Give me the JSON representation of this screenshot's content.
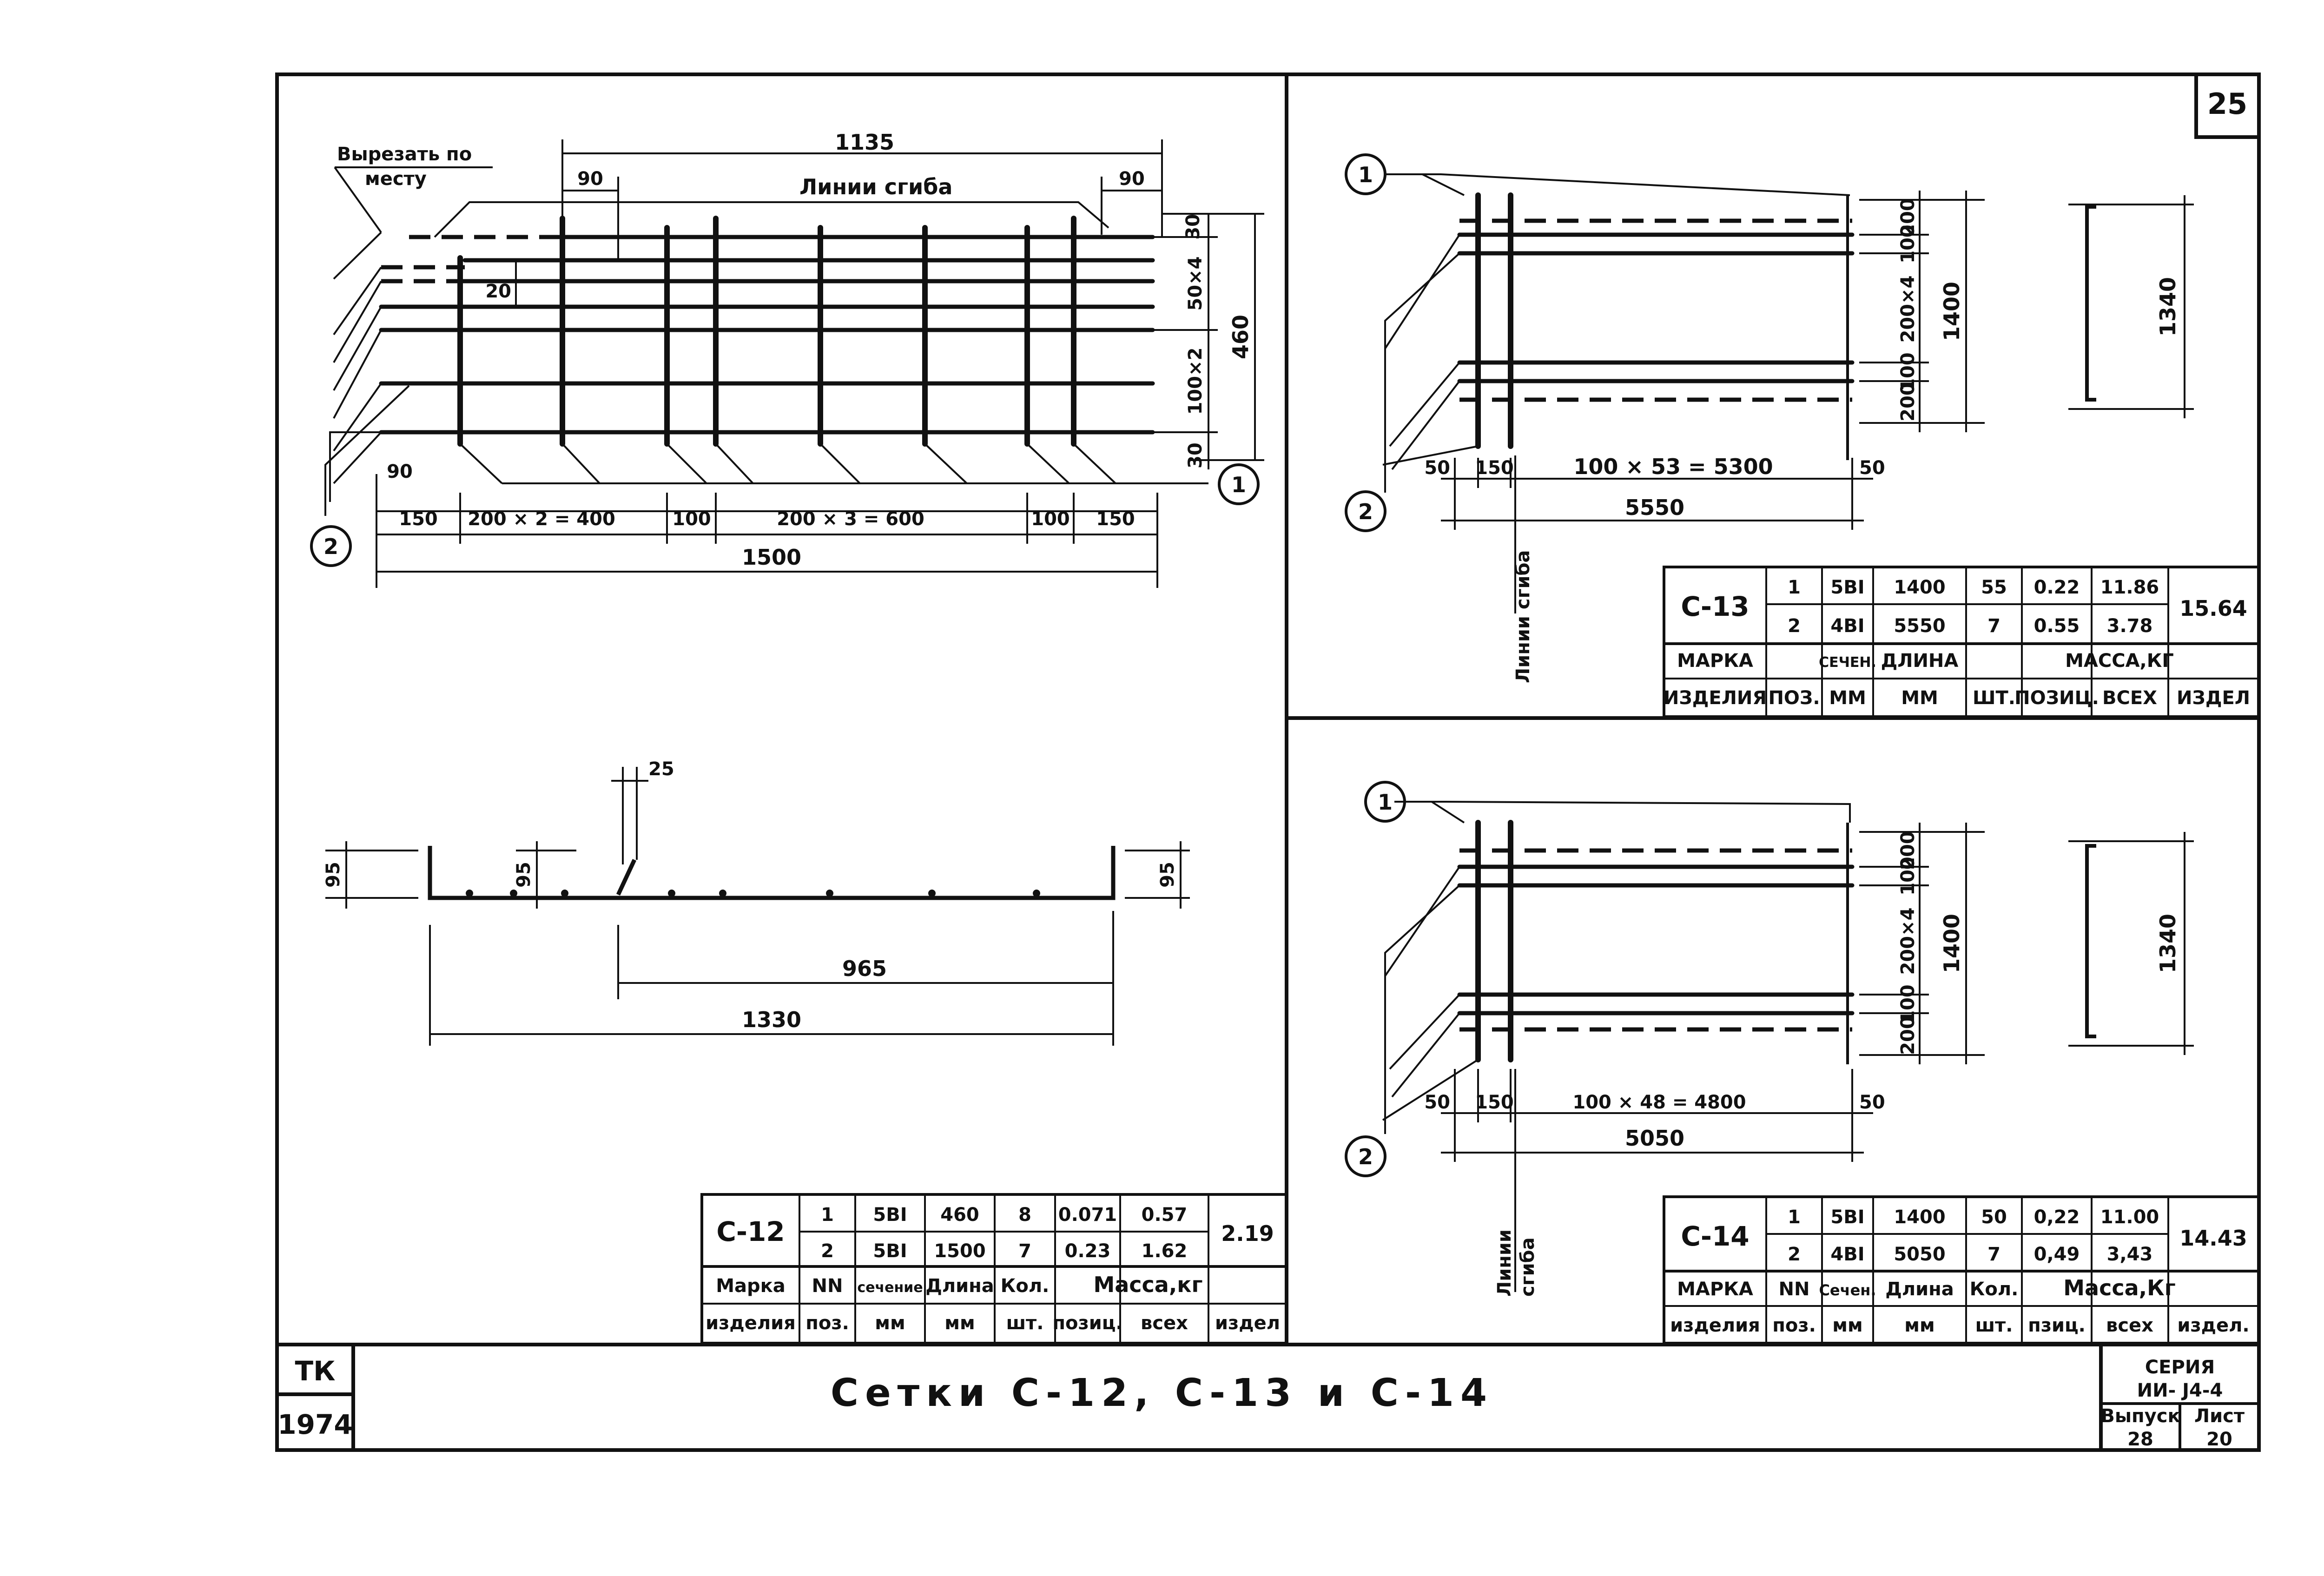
{
  "sheet": {
    "number": "25",
    "title": "Сетки С-12, С-13 и С-14",
    "org": "ТК",
    "year": "1974",
    "series_label": "СЕРИЯ",
    "series_value": "ИИ- J4-4",
    "issue_label": "Выпуск",
    "issue_value": "28",
    "list_label": "Лист",
    "list_value": "20"
  },
  "c12_plan": {
    "cut_note_1": "Вырезать по",
    "cut_note_2": "месту",
    "bend_label": "Линии сгиба",
    "d_1135": "1135",
    "d_90a": "90",
    "d_90b": "90",
    "d_90c": "90",
    "d_20": "20",
    "d_30a": "30",
    "d_30b": "30",
    "d_50x4": "50×4",
    "d_100x2": "100×2",
    "d_460": "460",
    "d_150a": "150",
    "d_200x2": "200 × 2 = 400",
    "d_100a": "100",
    "d_200x3": "200 × 3 = 600",
    "d_100b": "100",
    "d_150b": "150",
    "d_1500": "1500",
    "pos1": "1",
    "pos2": "2"
  },
  "c12_section": {
    "d_25": "25",
    "d_95a": "95",
    "d_95b": "95",
    "d_95c": "95",
    "d_965": "965",
    "d_1330": "1330"
  },
  "c13": {
    "pos1": "1",
    "pos2": "2",
    "d_200a": "200",
    "d_100a": "100",
    "d_200x4": "200×4",
    "d_100b": "100",
    "d_200b": "200",
    "d_1400": "1400",
    "d_50a": "50",
    "d_150": "150",
    "d_chain": "100 × 53 = 5300",
    "d_50b": "50",
    "d_5550": "5550",
    "d_1340": "1340",
    "bend_label": "Линии сгиба"
  },
  "c14": {
    "pos1": "1",
    "pos2": "2",
    "d_200a": "200",
    "d_100a": "100",
    "d_200x4": "200×4",
    "d_100b": "100",
    "d_200b": "200",
    "d_1400": "1400",
    "d_50a": "50",
    "d_150": "150",
    "d_chain": "100 × 48 = 4800",
    "d_50b": "50",
    "d_5050": "5050",
    "d_1340": "1340",
    "bend_label_1": "Линии",
    "bend_label_2": "сгиба"
  },
  "tables": {
    "c12": {
      "mark": "С-12",
      "rows": [
        [
          "1",
          "5ВI",
          "460",
          "8",
          "0.071",
          "0.57"
        ],
        [
          "2",
          "5ВI",
          "1500",
          "7",
          "0.23",
          "1.62"
        ]
      ],
      "total": "2.19",
      "h": [
        "Марка",
        "NN",
        "сечение",
        "Длина",
        "Кол.",
        "Масса,кг"
      ],
      "h2": [
        "изделия",
        "поз.",
        "мм",
        "мм",
        "шт.",
        "позиц.",
        "всех",
        "издел"
      ]
    },
    "c13": {
      "mark": "С-13",
      "rows": [
        [
          "1",
          "5ВI",
          "1400",
          "55",
          "0.22",
          "11.86"
        ],
        [
          "2",
          "4ВI",
          "5550",
          "7",
          "0.55",
          "3.78"
        ]
      ],
      "total": "15.64",
      "h": [
        "МАРКА",
        "СЕЧЕН.",
        "ДЛИНА",
        "МАССА,КГ"
      ],
      "h2": [
        "ИЗДЕЛИЯ",
        "ПОЗ.",
        "ММ",
        "ММ",
        "ШТ.",
        "ПОЗИЦ.",
        "ВСЕХ",
        "ИЗДЕЛ"
      ]
    },
    "c14": {
      "mark": "С-14",
      "rows": [
        [
          "1",
          "5ВI",
          "1400",
          "50",
          "0,22",
          "11.00"
        ],
        [
          "2",
          "4ВI",
          "5050",
          "7",
          "0,49",
          "3,43"
        ]
      ],
      "total": "14.43",
      "h": [
        "МАРКА",
        "NN",
        "Сечен.",
        "Длина",
        "Кол.",
        "Масса,Кг"
      ],
      "h2": [
        "изделия",
        "поз.",
        "мм",
        "мм",
        "шт.",
        "пзиц.",
        "всех",
        "издел."
      ]
    }
  }
}
